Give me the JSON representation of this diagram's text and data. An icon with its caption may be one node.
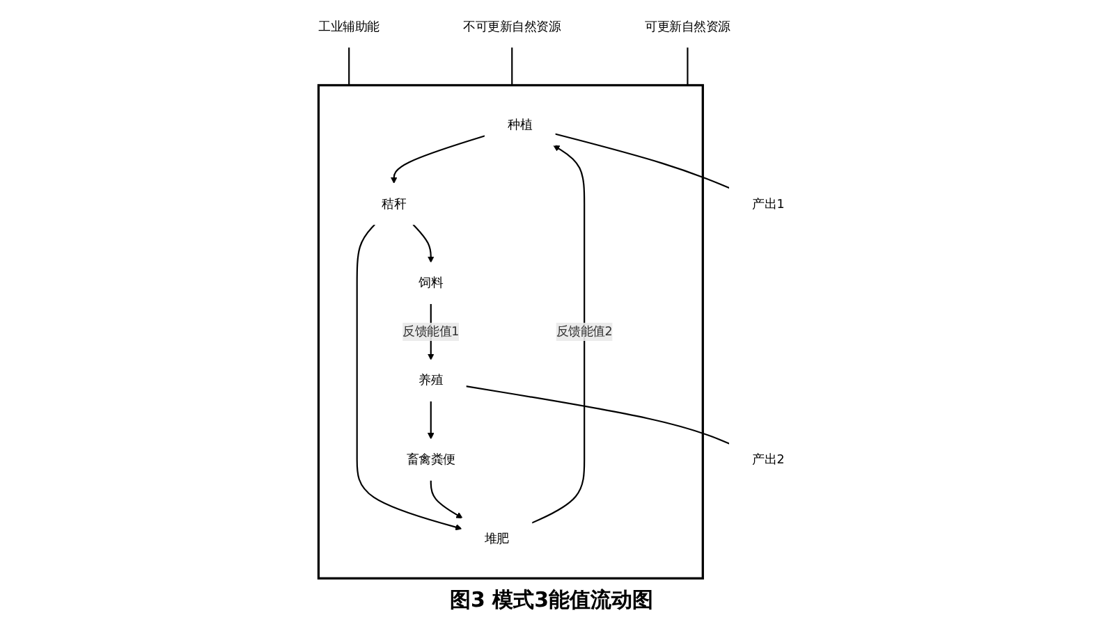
{
  "diagram": {
    "caption": "图3 模式3能值流动图",
    "nodes": [
      {
        "text": [],
        "shape": "box"
      },
      {
        "text": [
          "种植"
        ],
        "in": 0
      },
      {
        "text": [
          "养殖"
        ],
        "in": 0
      },
      {
        "text": [
          "秸秆"
        ],
        "in": 0
      },
      {
        "text": [
          "畜禽粪便"
        ],
        "in": 0
      },
      {
        "text": [
          "饲料"
        ],
        "in": 0
      },
      {
        "text": [
          "堆肥"
        ],
        "in": 0
      },
      {
        "text": [
          "工业辅助能"
        ]
      },
      {
        "text": [
          "不可更新自然资源"
        ]
      },
      {
        "text": [
          "可更新自然资源"
        ]
      },
      {
        "text": [
          "产出1"
        ]
      },
      {
        "text": [
          "产出2"
        ]
      }
    ],
    "edges": [
      {
        "from": 7,
        "to": 0,
        "arrow": "none"
      },
      {
        "from": 8,
        "to": 0,
        "arrow": "none"
      },
      {
        "from": 9,
        "to": 0,
        "arrow": "none"
      },
      {
        "from": 1,
        "to": 3,
        "arrow": "to"
      },
      {
        "from": 2,
        "to": 4,
        "arrow": "to"
      },
      {
        "from": 3,
        "to": 5,
        "arrow": "to"
      },
      {
        "from": 3,
        "to": 6,
        "arrow": "to"
      },
      {
        "from": 4,
        "to": 6,
        "arrow": "to"
      },
      {
        "from": 5,
        "to": 2,
        "arrow": "to",
        "label": "反馈能值1"
      },
      {
        "from": 6,
        "to": 1,
        "arrow": "to",
        "label": "反馈能值2"
      },
      {
        "from": 1,
        "to": 10,
        "arrow": "none"
      },
      {
        "from": 2,
        "to": 11,
        "arrow": "none"
      }
    ]
  }
}
